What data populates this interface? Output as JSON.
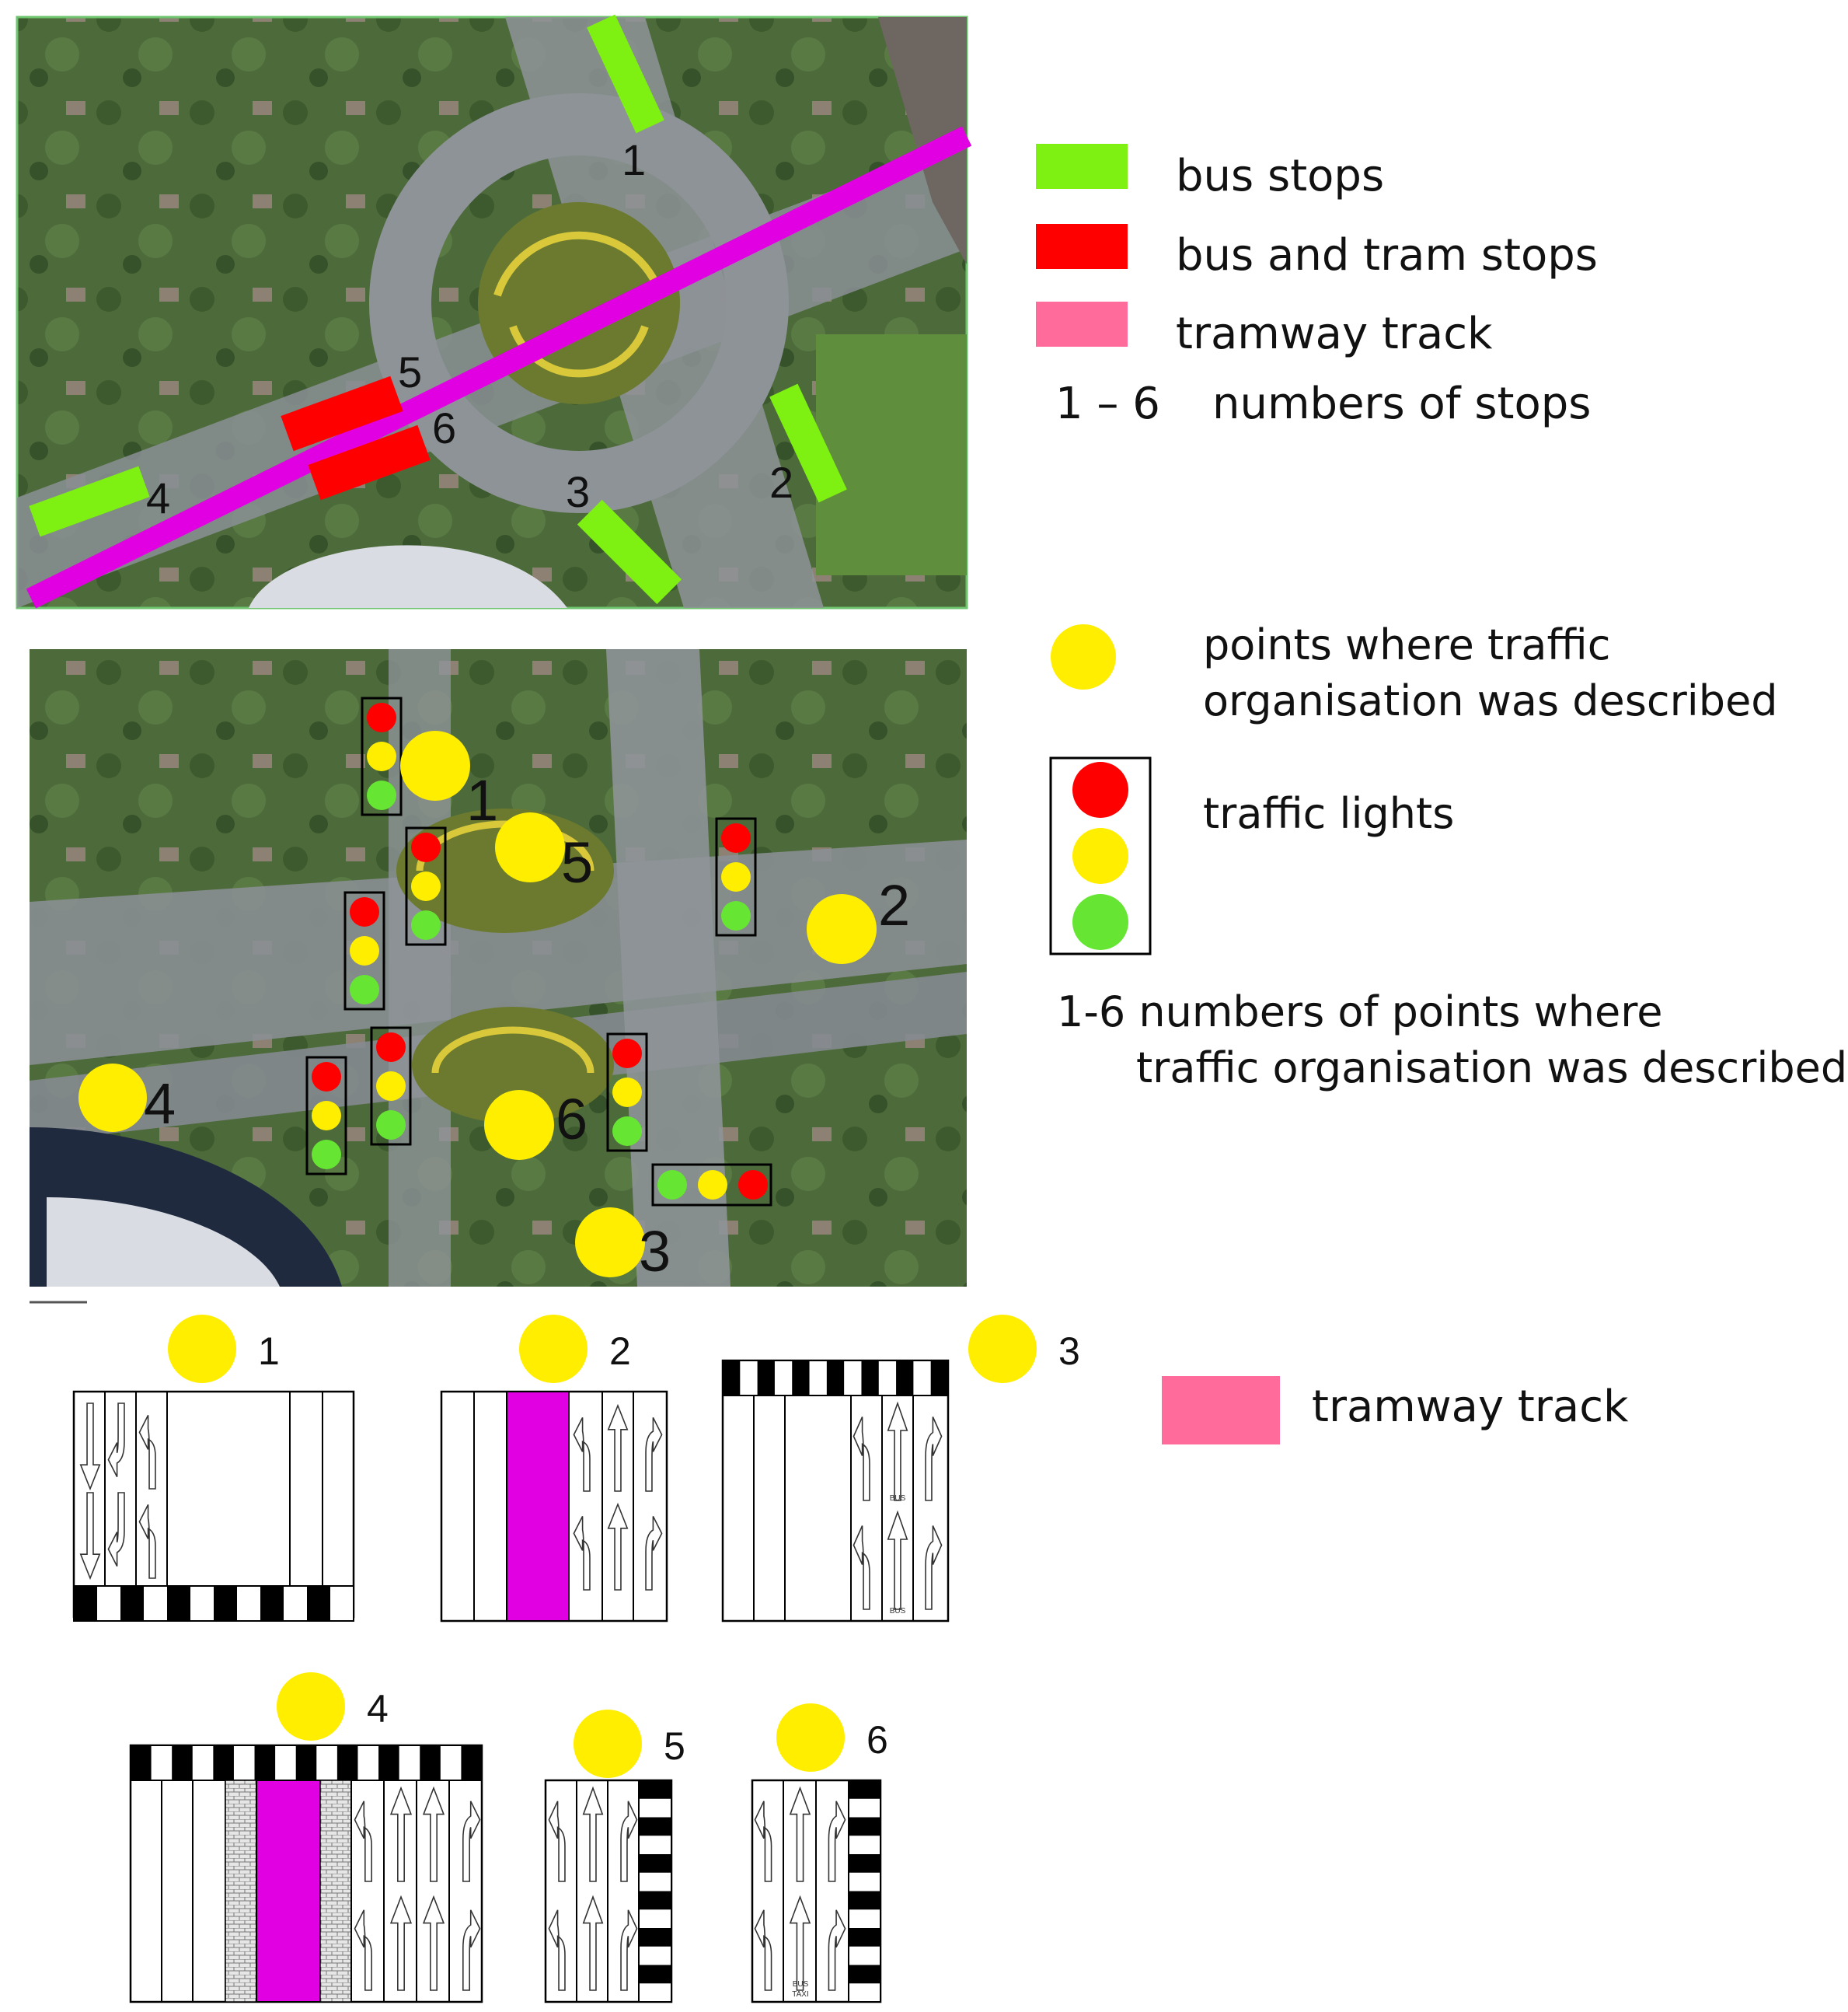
{
  "legend_top": {
    "bus_stops": {
      "label": "bus stops",
      "color": "#7ef012"
    },
    "bus_tram_stops": {
      "label": "bus and tram stops",
      "color": "#ff0000"
    },
    "tramway_track": {
      "label": "tramway track",
      "color": "#ff6b9a"
    },
    "numbers": {
      "range": "1 – 6",
      "label": "numbers of stops"
    }
  },
  "map_top": {
    "track_color": "#e100e1",
    "stops": [
      {
        "id": "1",
        "type": "bus"
      },
      {
        "id": "2",
        "type": "bus"
      },
      {
        "id": "3",
        "type": "bus"
      },
      {
        "id": "4",
        "type": "bus"
      },
      {
        "id": "5",
        "type": "bus_tram"
      },
      {
        "id": "6",
        "type": "bus_tram"
      }
    ]
  },
  "legend_mid": {
    "points_line1": "points where traffic",
    "points_line2": "organisation was described",
    "traffic_lights": "traffic lights",
    "numbers_line1": "1-6 numbers of points where",
    "numbers_line2": "traffic organisation was described"
  },
  "map_mid": {
    "points": [
      "1",
      "2",
      "3",
      "4",
      "5",
      "6"
    ],
    "light_colors": {
      "red": "#ff0000",
      "yellow": "#ffee00",
      "green": "#66e633"
    }
  },
  "lanes": {
    "point_color": "#ffee00",
    "tram_color": "#e100e1",
    "legend_tram_color": "#ff6b9a",
    "legend_tram_label": "tramway track",
    "points": [
      "1",
      "2",
      "3",
      "4",
      "5",
      "6"
    ],
    "bus_marks": [
      "BUS",
      "BUS",
      "BUS",
      "TAXI"
    ]
  }
}
